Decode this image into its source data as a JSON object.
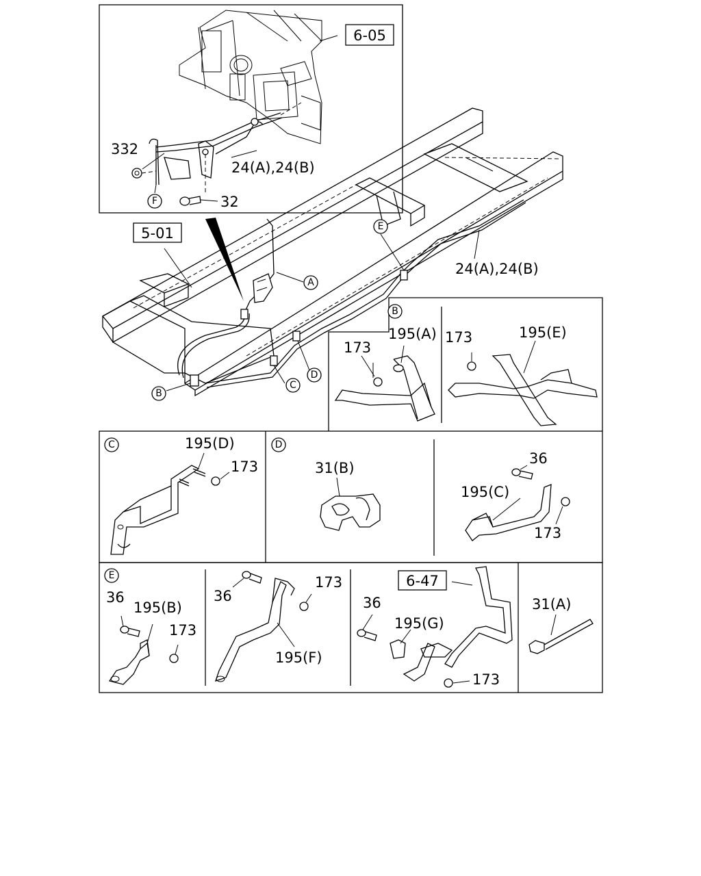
{
  "diagram": {
    "top_callouts": {
      "ref_6_05": "6-05",
      "ref_5_01": "5-01",
      "part_332": "332",
      "part_24_top": "24(A),24(B)",
      "part_32": "32",
      "circle_F": "F"
    },
    "frame_callouts": {
      "part_24_frame": "24(A),24(B)",
      "circle_A": "A",
      "circle_B": "B",
      "circle_C": "C",
      "circle_D": "D",
      "circle_E": "E"
    },
    "panel_B": {
      "key": "B",
      "left_173": "173",
      "left_195A": "195(A)",
      "right_173": "173",
      "right_195E": "195(E)"
    },
    "panel_C": {
      "key": "C",
      "p195D": "195(D)",
      "p173": "173"
    },
    "panel_D": {
      "key": "D",
      "p31B": "31(B)",
      "p36": "36",
      "p195C": "195(C)",
      "p173": "173"
    },
    "panel_E": {
      "key": "E",
      "a_36": "36",
      "a_195B": "195(B)",
      "a_173": "173",
      "b_36": "36",
      "b_173": "173",
      "b_195F": "195(F)",
      "c_ref_6_47": "6-47",
      "c_36": "36",
      "c_195G": "195(G)",
      "c_173": "173",
      "d_31A": "31(A)"
    }
  }
}
